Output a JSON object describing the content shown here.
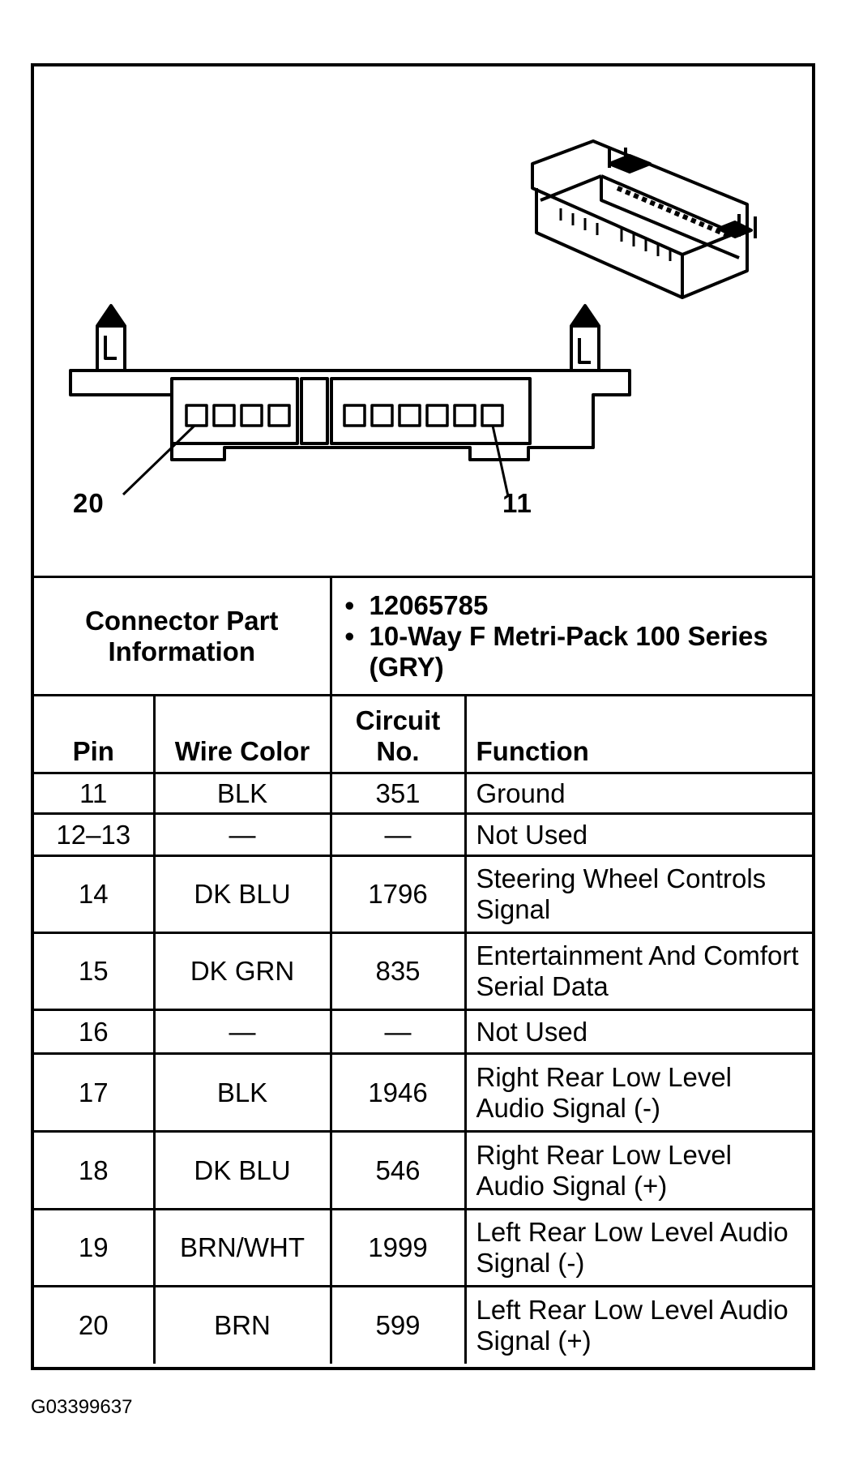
{
  "diagram": {
    "pin_labels": {
      "left": "20",
      "right": "11"
    }
  },
  "connector_info": {
    "label": "Connector Part Information",
    "items": [
      "12065785",
      "10-Way F Metri-Pack 100 Series (GRY)"
    ]
  },
  "table": {
    "headers": {
      "pin": "Pin",
      "wire_color": "Wire Color",
      "circuit_no": "Circuit No.",
      "function": "Function"
    },
    "rows": [
      {
        "pin": "11",
        "wire_color": "BLK",
        "circuit": "351",
        "function": "Ground"
      },
      {
        "pin": "12–13",
        "wire_color": "—",
        "circuit": "—",
        "function": "Not Used"
      },
      {
        "pin": "14",
        "wire_color": "DK BLU",
        "circuit": "1796",
        "function": "Steering Wheel Controls Signal"
      },
      {
        "pin": "15",
        "wire_color": "DK GRN",
        "circuit": "835",
        "function": "Entertainment And Comfort Serial Data"
      },
      {
        "pin": "16",
        "wire_color": "—",
        "circuit": "—",
        "function": "Not Used"
      },
      {
        "pin": "17",
        "wire_color": "BLK",
        "circuit": "1946",
        "function": "Right Rear Low Level Audio Signal (-)"
      },
      {
        "pin": "18",
        "wire_color": "DK BLU",
        "circuit": "546",
        "function": "Right Rear Low Level Audio Signal (+)"
      },
      {
        "pin": "19",
        "wire_color": "BRN/WHT",
        "circuit": "1999",
        "function": "Left Rear Low Level Audio Signal (-)"
      },
      {
        "pin": "20",
        "wire_color": "BRN",
        "circuit": "599",
        "function": "Left Rear Low Level Audio Signal (+)"
      }
    ]
  },
  "footer": {
    "figure_id": "G03399637"
  }
}
